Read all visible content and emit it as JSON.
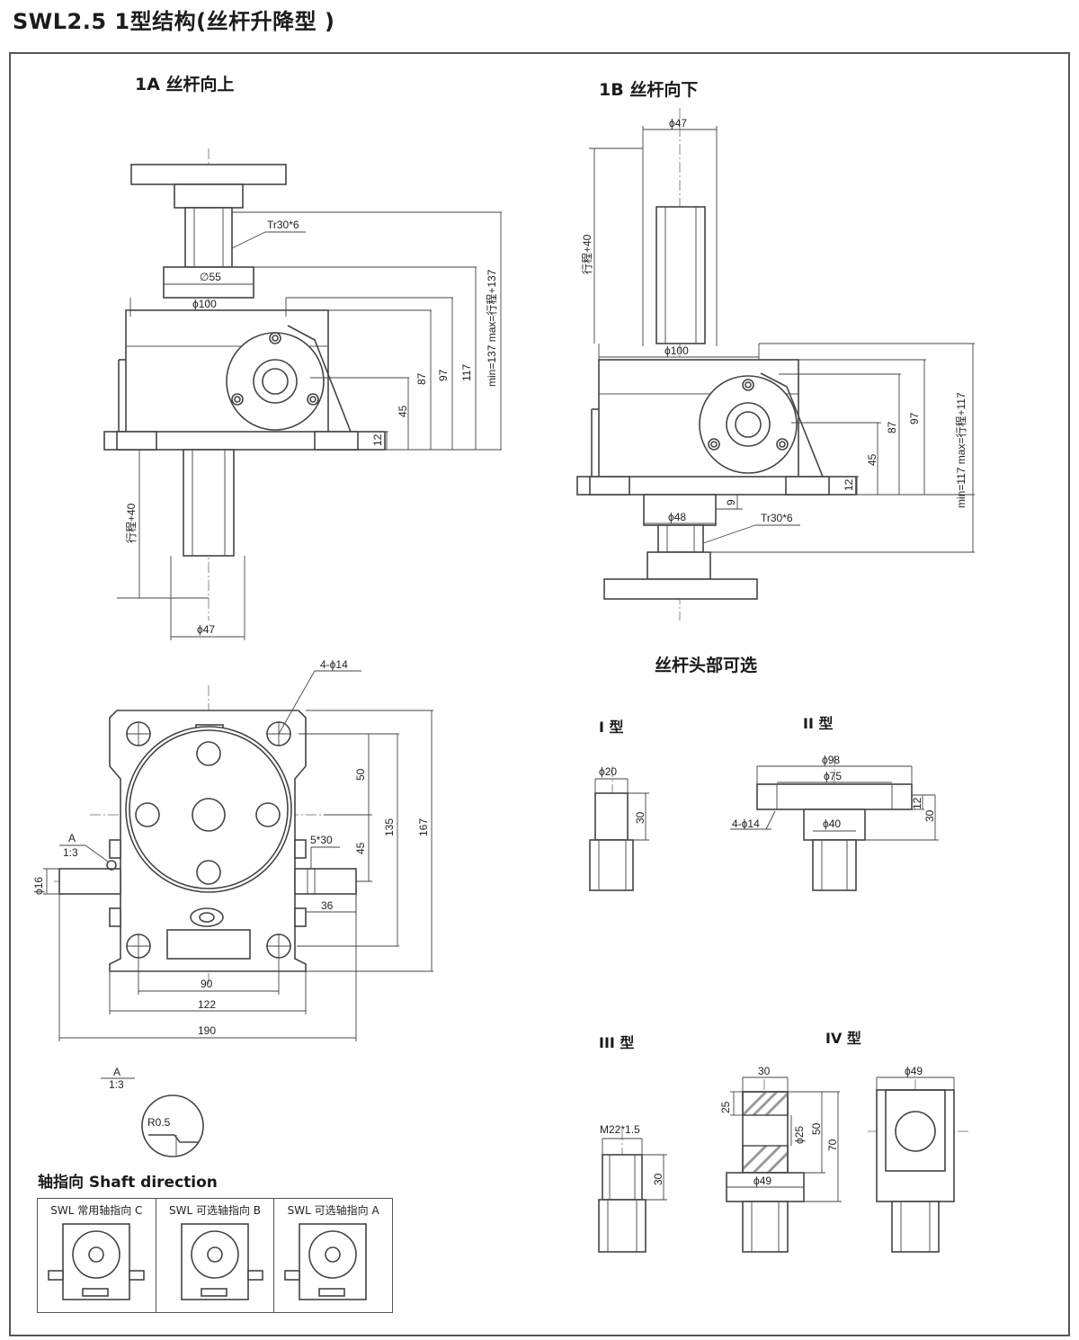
{
  "title": "SWL2.5 1型结构(丝杆升降型 )",
  "views": {
    "a": {
      "title": "1A 丝杆向上"
    },
    "b": {
      "title": "1B 丝杆向下"
    }
  },
  "options_title": "丝杆头部可选",
  "types": {
    "t1": "I 型",
    "t2": "II 型",
    "t3": "III 型",
    "t4": "IV 型"
  },
  "shaft": {
    "heading": "轴指向  Shaft direction",
    "cells": [
      "SWL 常用轴指向 C",
      "SWL 可选轴指向 B",
      "SWL 可选轴指向 A"
    ]
  },
  "dims": {
    "a_tr": "Tr30*6",
    "a_d55": "∅55",
    "a_d100": "ϕ100",
    "a_h87": "87",
    "a_h97": "97",
    "a_h117": "117",
    "a_h45": "45",
    "a_h12": "12",
    "a_minmax": "min=137 max=行程+137",
    "a_stroke": "行程+40",
    "a_d47": "ϕ47",
    "b_d47": "ϕ47",
    "b_stroke": "行程+40",
    "b_d100": "ϕ100",
    "b_h97": "97",
    "b_h87": "87",
    "b_h45": "45",
    "b_h12": "12",
    "b_h9": "9",
    "b_minmax": "min=117 max=行程+117",
    "b_d48": "ϕ48",
    "b_tr": "Tr30*6",
    "p_holes": "4-ϕ14",
    "p_50": "50",
    "p_135": "135",
    "p_167": "167",
    "p_45": "45",
    "p_a": "A",
    "p_scale": "1:3",
    "p_d16": "ϕ16",
    "p_key": "5*30",
    "p_36": "36",
    "p_90": "90",
    "p_122": "122",
    "p_190": "190",
    "det_a": "A",
    "det_scale": "1:3",
    "det_r": "R0.5",
    "t1_d20": "ϕ20",
    "t1_30": "30",
    "t2_d98": "ϕ98",
    "t2_d75": "ϕ75",
    "t2_12": "12",
    "t2_30": "30",
    "t2_holes": "4-ϕ14",
    "t2_d40": "ϕ40",
    "t3_m22": "M22*1.5",
    "t3_30": "30",
    "t4_30": "30",
    "t4_25a": "25",
    "t4_d25": "ϕ25",
    "t4_50": "50",
    "t4_70": "70",
    "t4_d49a": "ϕ49",
    "t4_d49b": "ϕ49"
  }
}
